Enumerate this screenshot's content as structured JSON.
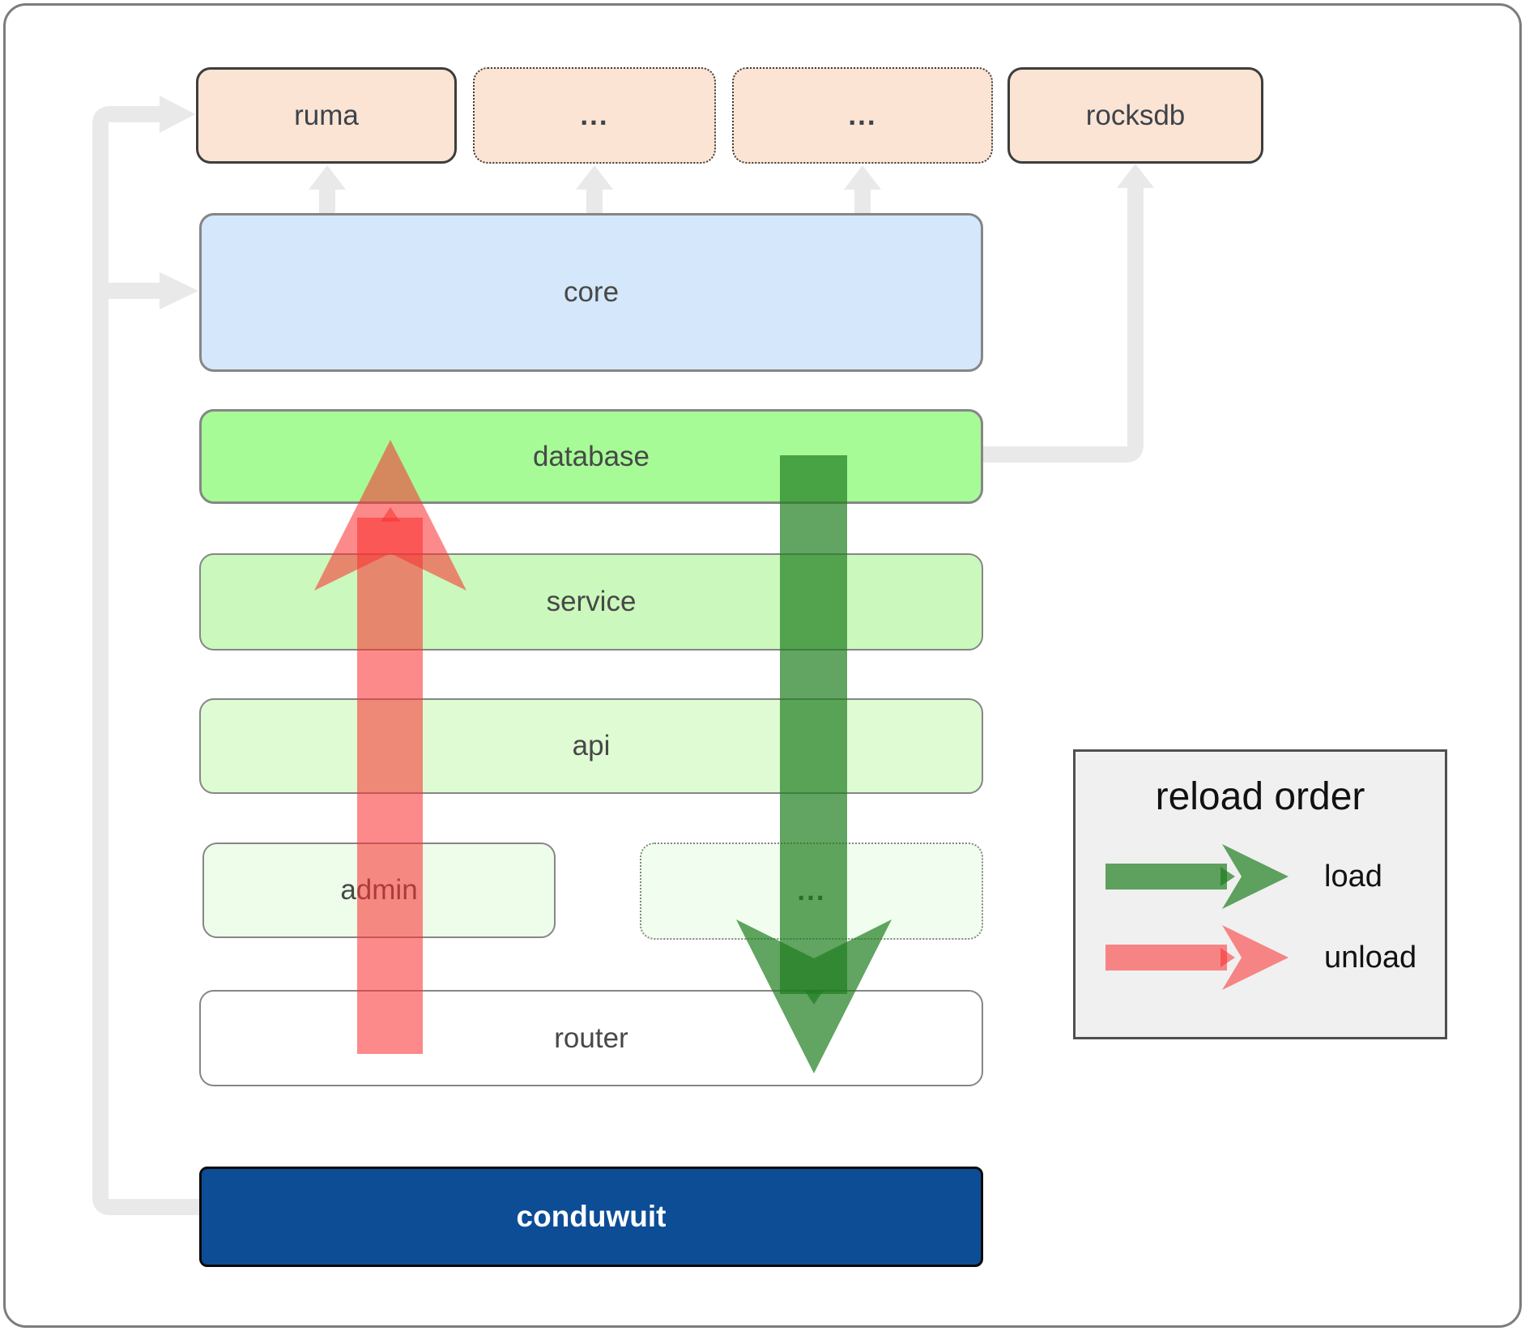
{
  "boxes": {
    "ruma": {
      "label": "ruma"
    },
    "dep_more_a": {
      "label": "..."
    },
    "dep_more_b": {
      "label": "..."
    },
    "rocksdb": {
      "label": "rocksdb"
    },
    "core": {
      "label": "core"
    },
    "database": {
      "label": "database"
    },
    "service": {
      "label": "service"
    },
    "api": {
      "label": "api"
    },
    "admin": {
      "label": "admin"
    },
    "admin_more": {
      "label": "..."
    },
    "router": {
      "label": "router"
    },
    "conduwuit": {
      "label": "conduwuit"
    }
  },
  "legend": {
    "title": "reload order",
    "load_label": "load",
    "unload_label": "unload"
  },
  "colors": {
    "frame_border": "#7c7c7c",
    "peach_fill": "#fbe4d3",
    "peach_border": "#3d3d3d",
    "peach_text": "#3d434b",
    "blue_fill": "#d4e7fb",
    "database_fill": "#a6fb96",
    "service_fill": "#cbf8bc",
    "api_fill": "#defbd3",
    "admin_fill": "#eefdea",
    "admin_dots_fill": "#f1fdee",
    "router_fill": "#ffffff",
    "gray_border": "#868686",
    "conduwuit_fill": "#0d4d96",
    "conduwuit_border": "#0a0a0a",
    "conduwuit_text": "#ffffff",
    "label_text": "#484848",
    "connector": "#e9e9e9",
    "arrow_green": "#1f7d1f",
    "arrow_red": "#f93232",
    "legend_bg": "#f0f0f0",
    "legend_border": "#4f4f4f",
    "legend_text": "#111111"
  }
}
